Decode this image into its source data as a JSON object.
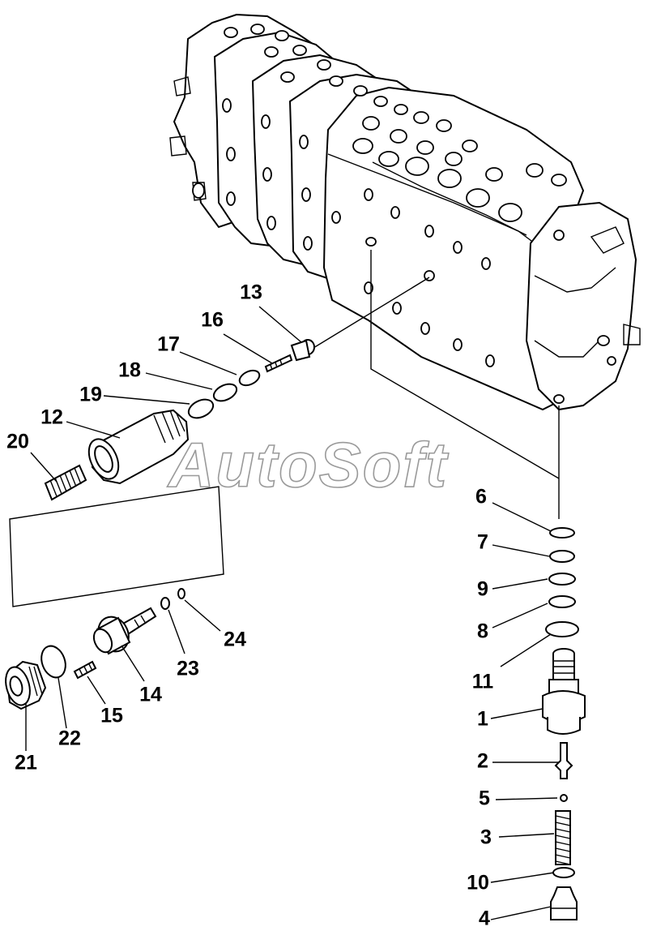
{
  "watermark": "AutoSoft",
  "callouts": [
    {
      "id": "c13",
      "text": "13"
    },
    {
      "id": "c16",
      "text": "16"
    },
    {
      "id": "c17",
      "text": "17"
    },
    {
      "id": "c18",
      "text": "18"
    },
    {
      "id": "c19",
      "text": "19"
    },
    {
      "id": "c12",
      "text": "12"
    },
    {
      "id": "c20",
      "text": "20"
    },
    {
      "id": "c6",
      "text": "6"
    },
    {
      "id": "c7",
      "text": "7"
    },
    {
      "id": "c9",
      "text": "9"
    },
    {
      "id": "c8",
      "text": "8"
    },
    {
      "id": "c11",
      "text": "11"
    },
    {
      "id": "c1",
      "text": "1"
    },
    {
      "id": "c2",
      "text": "2"
    },
    {
      "id": "c5",
      "text": "5"
    },
    {
      "id": "c3",
      "text": "3"
    },
    {
      "id": "c10",
      "text": "10"
    },
    {
      "id": "c4",
      "text": "4"
    },
    {
      "id": "c24",
      "text": "24"
    },
    {
      "id": "c23",
      "text": "23"
    },
    {
      "id": "c14",
      "text": "14"
    },
    {
      "id": "c15",
      "text": "15"
    },
    {
      "id": "c22",
      "text": "22"
    },
    {
      "id": "c21",
      "text": "21"
    }
  ]
}
